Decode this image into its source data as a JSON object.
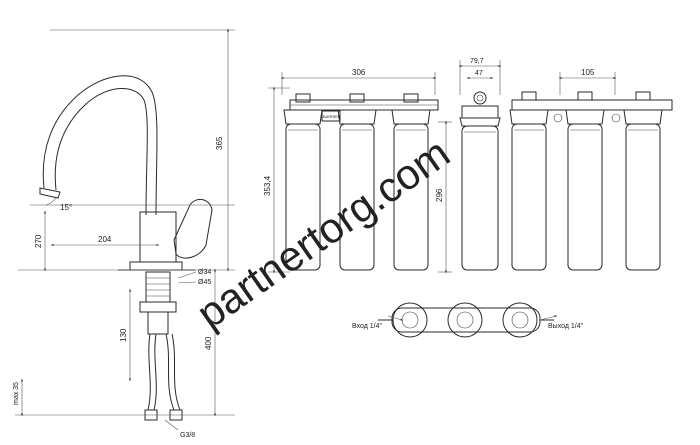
{
  "faucet": {
    "dim_height": "365",
    "dim_angle": "15°",
    "dim_reach": "204",
    "dim_spout": "270",
    "dim_d1": "Ø34",
    "dim_d2": "Ø45",
    "dim_max": "max 35",
    "dim_130": "130",
    "dim_400": "400",
    "dim_thread": "G3/8"
  },
  "filter_front": {
    "dim_width": "306",
    "dim_total_height": "353,4",
    "dim_cartridge_height": "296",
    "brand_label": "BARRIER"
  },
  "filter_side": {
    "dim_79": "79,7",
    "dim_47": "47"
  },
  "filter_rear": {
    "dim_105": "105"
  },
  "filter_top": {
    "inlet_label": "Вход 1/4\"",
    "outlet_label": "Выход 1/4\""
  },
  "watermark": "partnertorg.com"
}
